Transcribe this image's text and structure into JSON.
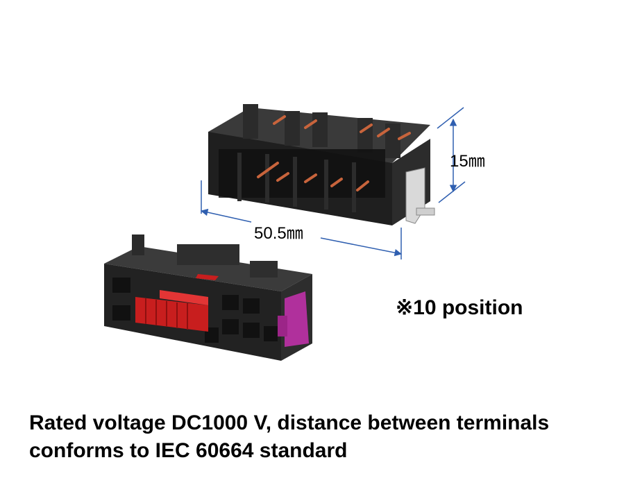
{
  "dimensions": {
    "height_label": "15㎜",
    "width_label": "50.5㎜"
  },
  "position_note": "※10 position",
  "caption": {
    "line1": "Rated voltage DC1000 V, distance between terminals",
    "line2": "conforms to IEC 60664 standard"
  },
  "colors": {
    "housing": "#2a2a2a",
    "terminal": "#c8643c",
    "latch_red": "#c81e1e",
    "latch_purple": "#b0309c",
    "dimension_line": "#2f5fb0"
  }
}
